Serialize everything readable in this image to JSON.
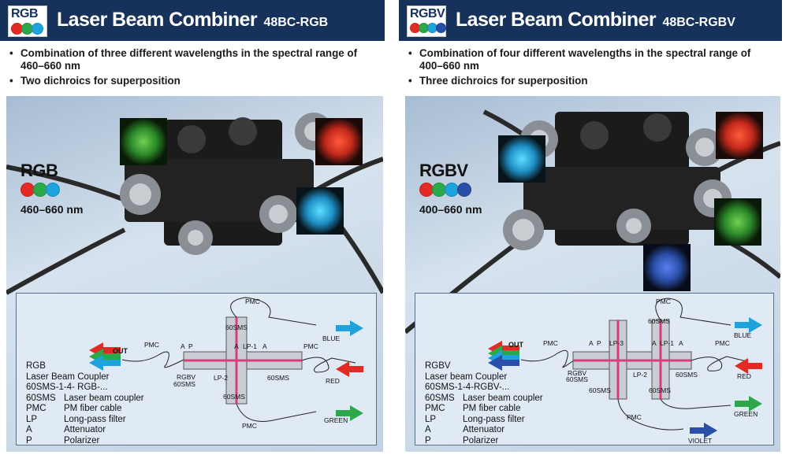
{
  "colors": {
    "header_bg": "#17325a",
    "red": "#e32b26",
    "green": "#2aa84a",
    "blue": "#1fa3dd",
    "violet": "#2a4fa8"
  },
  "left": {
    "badge_code": "RGB",
    "title_main": "Laser Beam Combiner",
    "title_model": "48BC-RGB",
    "bullets": [
      "Combination of three different wavelengths in the spectral range of 460–660 nm",
      "Two dichroics for superposition"
    ],
    "side_code": "RGB",
    "range": "460–660 nm",
    "legend": {
      "title": "RGB",
      "line2": "Laser Beam Coupler",
      "line3": "60SMS-1-4- RGB-...",
      "rows": [
        {
          "key": "60SMS",
          "val": "Laser beam coupler"
        },
        {
          "key": "PMC",
          "val": "PM fiber cable"
        },
        {
          "key": "LP",
          "val": "Long-pass filter"
        },
        {
          "key": "A",
          "val": "Attenuator"
        },
        {
          "key": "P",
          "val": "Polarizer"
        }
      ]
    },
    "diagram": {
      "out": "OUT",
      "pmc_top": "PMC",
      "pmc_left": "PMC",
      "pmc_right": "PMC",
      "pmc_bottom": "PMC",
      "sms_top": "60SMS",
      "sms_left": "60SMS",
      "sms_right": "60SMS",
      "sms_bottom": "60SMS",
      "rgbv": "RGBV",
      "a1": "A",
      "p1": "P",
      "a2": "A",
      "lp1": "LP-1",
      "a3": "A",
      "lp2": "LP-2",
      "blue": "BLUE",
      "red": "RED",
      "green": "GREEN"
    }
  },
  "right": {
    "badge_code": "RGBV",
    "title_main": "Laser Beam Combiner",
    "title_model": "48BC-RGBV",
    "bullets": [
      "Combination of four different wavelengths in the spectral range of 400–660 nm",
      "Three dichroics for superposition"
    ],
    "side_code": "RGBV",
    "range": "400–660 nm",
    "legend": {
      "title": "RGBV",
      "line2": "Laser beam Coupler",
      "line3": "60SMS-1-4-RGBV-...",
      "rows": [
        {
          "key": "60SMS",
          "val": "Laser beam coupler"
        },
        {
          "key": "PMC",
          "val": "PM fiber cable"
        },
        {
          "key": "LP",
          "val": "Long-pass filter"
        },
        {
          "key": "A",
          "val": "Attenuator"
        },
        {
          "key": "P",
          "val": "Polarizer"
        }
      ]
    },
    "diagram": {
      "out": "OUT",
      "pmc_top": "PMC",
      "pmc_left": "PMC",
      "pmc_right": "PMC",
      "pmc_bottom": "PMC",
      "sms_top": "60SMS",
      "sms_left": "60SMS",
      "sms_right": "60SMS",
      "sms_bottom1": "60SMS",
      "sms_bottom2": "60SMS",
      "rgbv": "RGBV",
      "a1": "A",
      "p1": "P",
      "lp3": "LP-3",
      "a2": "A",
      "lp1": "LP-1",
      "a3": "A",
      "lp2": "LP-2",
      "blue": "BLUE",
      "red": "RED",
      "green": "GREEN",
      "violet": "VIOLET"
    }
  }
}
